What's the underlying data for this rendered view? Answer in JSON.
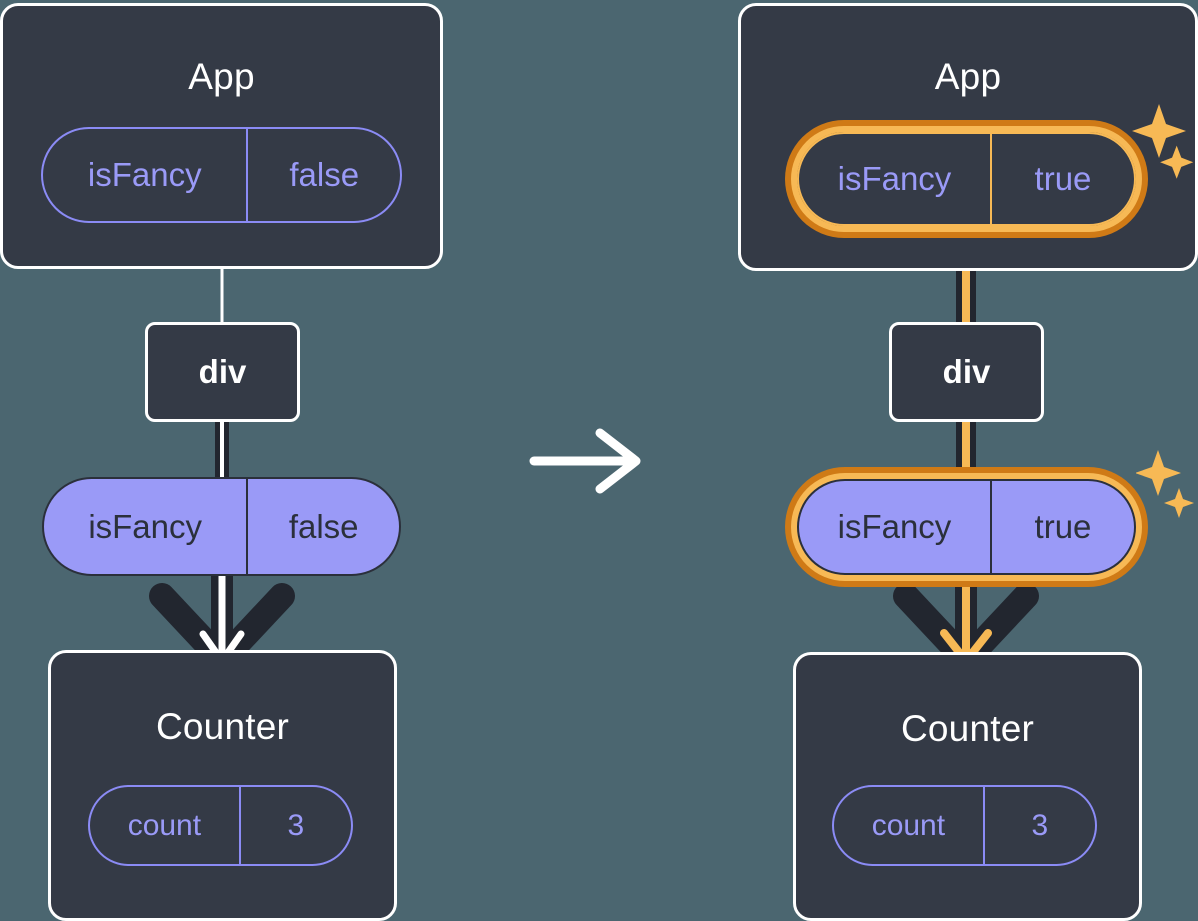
{
  "diagram": {
    "title": "React state propagation before and after isFancy toggle",
    "background_color": "#4b6670",
    "transition_icon": "right-arrow-icon",
    "panels": [
      {
        "id": "before",
        "app": {
          "label": "App",
          "state_pill": {
            "name": "isFancy",
            "value": "false",
            "style": "outline",
            "highlighted": false,
            "bold_value": false
          }
        },
        "div_node": {
          "label": "div"
        },
        "prop_pill": {
          "name": "isFancy",
          "value": "false",
          "style": "solid",
          "highlighted": false,
          "bold_value": false
        },
        "counter": {
          "label": "Counter",
          "state_pill": {
            "name": "count",
            "value": "3",
            "style": "outline",
            "highlighted": false,
            "bold_value": false
          }
        },
        "flow_arrow_color": "#ffffff"
      },
      {
        "id": "after",
        "app": {
          "label": "App",
          "state_pill": {
            "name": "isFancy",
            "value": "true",
            "style": "outline",
            "highlighted": true,
            "bold_value": true
          },
          "sparkle_icon": "sparkles-icon"
        },
        "div_node": {
          "label": "div"
        },
        "prop_pill": {
          "name": "isFancy",
          "value": "true",
          "style": "solid",
          "highlighted": true,
          "bold_value": true,
          "sparkle_icon": "sparkles-icon"
        },
        "counter": {
          "label": "Counter",
          "state_pill": {
            "name": "count",
            "value": "3",
            "style": "outline",
            "highlighted": false,
            "bold_value": false
          }
        },
        "flow_arrow_color": "#f7b955"
      }
    ],
    "colors": {
      "box_fill": "#343a46",
      "box_border": "#ffffff",
      "pill_purple": "#9a9af7",
      "pill_outline": "#8b8bf5",
      "highlight_light": "#f7b955",
      "highlight_dark": "#cf7a16",
      "dark_line": "#22262f",
      "text_dark": "#2b303b"
    }
  }
}
